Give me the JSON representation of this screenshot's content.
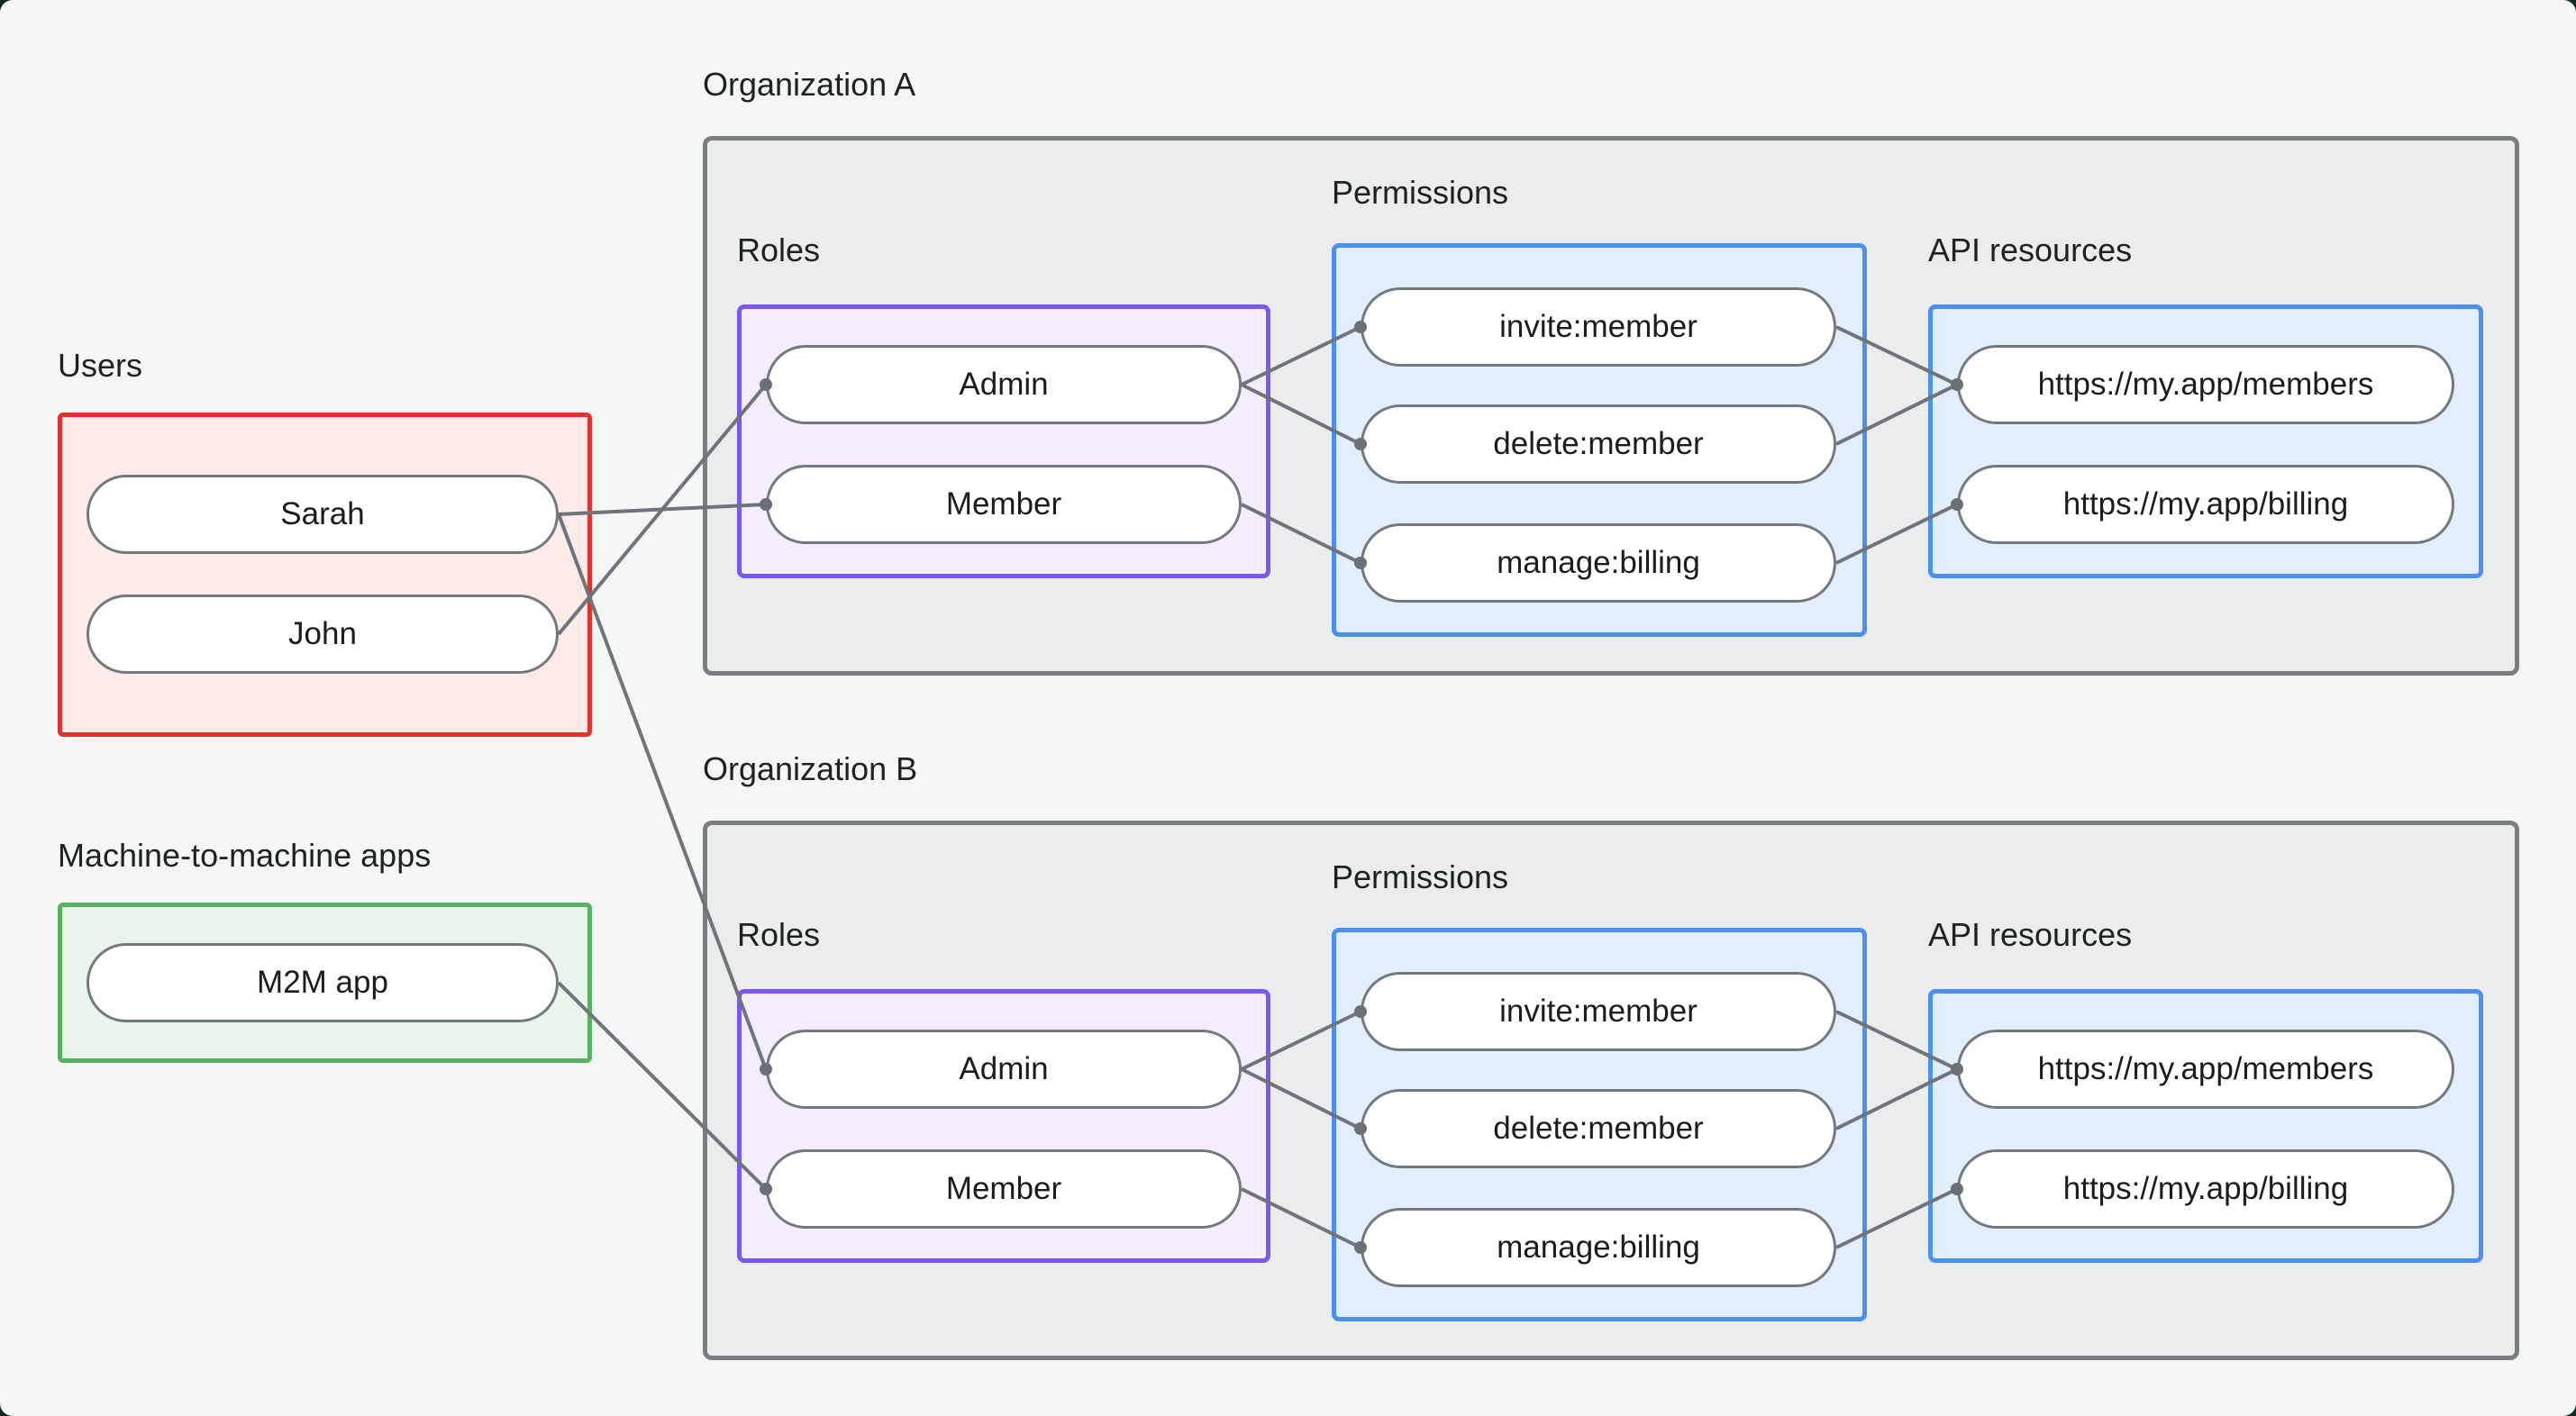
{
  "groups": {
    "users": {
      "label": "Users",
      "items": [
        "Sarah",
        "John"
      ]
    },
    "m2m": {
      "label": "Machine-to-machine apps",
      "items": [
        "M2M app"
      ]
    }
  },
  "orgs": [
    {
      "title": "Organization A",
      "roles": {
        "label": "Roles",
        "items": [
          "Admin",
          "Member"
        ]
      },
      "permissions": {
        "label": "Permissions",
        "items": [
          "invite:member",
          "delete:member",
          "manage:billing"
        ]
      },
      "api_resources": {
        "label": "API resources",
        "items": [
          "https://my.app/members",
          "https://my.app/billing"
        ]
      }
    },
    {
      "title": "Organization B",
      "roles": {
        "label": "Roles",
        "items": [
          "Admin",
          "Member"
        ]
      },
      "permissions": {
        "label": "Permissions",
        "items": [
          "invite:member",
          "delete:member",
          "manage:billing"
        ]
      },
      "api_resources": {
        "label": "API resources",
        "items": [
          "https://my.app/members",
          "https://my.app/billing"
        ]
      }
    }
  ],
  "edges": [
    {
      "from": "sarah",
      "to": "orgA-member"
    },
    {
      "from": "john",
      "to": "orgA-admin"
    },
    {
      "from": "sarah",
      "to": "orgB-admin"
    },
    {
      "from": "m2m-app",
      "to": "orgB-member"
    },
    {
      "from": "orgA-admin",
      "to": "orgA-invite"
    },
    {
      "from": "orgA-admin",
      "to": "orgA-delete"
    },
    {
      "from": "orgA-member",
      "to": "orgA-manage"
    },
    {
      "from": "orgA-invite",
      "to": "orgA-members"
    },
    {
      "from": "orgA-delete",
      "to": "orgA-members"
    },
    {
      "from": "orgA-manage",
      "to": "orgA-billing"
    },
    {
      "from": "orgB-admin",
      "to": "orgB-invite"
    },
    {
      "from": "orgB-admin",
      "to": "orgB-delete"
    },
    {
      "from": "orgB-member",
      "to": "orgB-manage"
    },
    {
      "from": "orgB-invite",
      "to": "orgB-members"
    },
    {
      "from": "orgB-delete",
      "to": "orgB-members"
    },
    {
      "from": "orgB-manage",
      "to": "orgB-billing"
    }
  ],
  "palette": {
    "canvas_bg": "#f5f6f6",
    "org_fill": "#ebecec",
    "org_border": "#797e81",
    "users_border": "#dd342e",
    "users_fill": "#fcebe9",
    "m2m_border": "#56b361",
    "m2m_fill": "#e9f5ea",
    "roles_border": "#7b58f2",
    "roles_fill": "#f4edfe",
    "permissions_border": "#4b8ff2",
    "permissions_fill": "#e2eefc",
    "connector": "#6f747a",
    "node_fill": "#ffffff",
    "node_border": "#74797d",
    "text": "#1e2124"
  }
}
